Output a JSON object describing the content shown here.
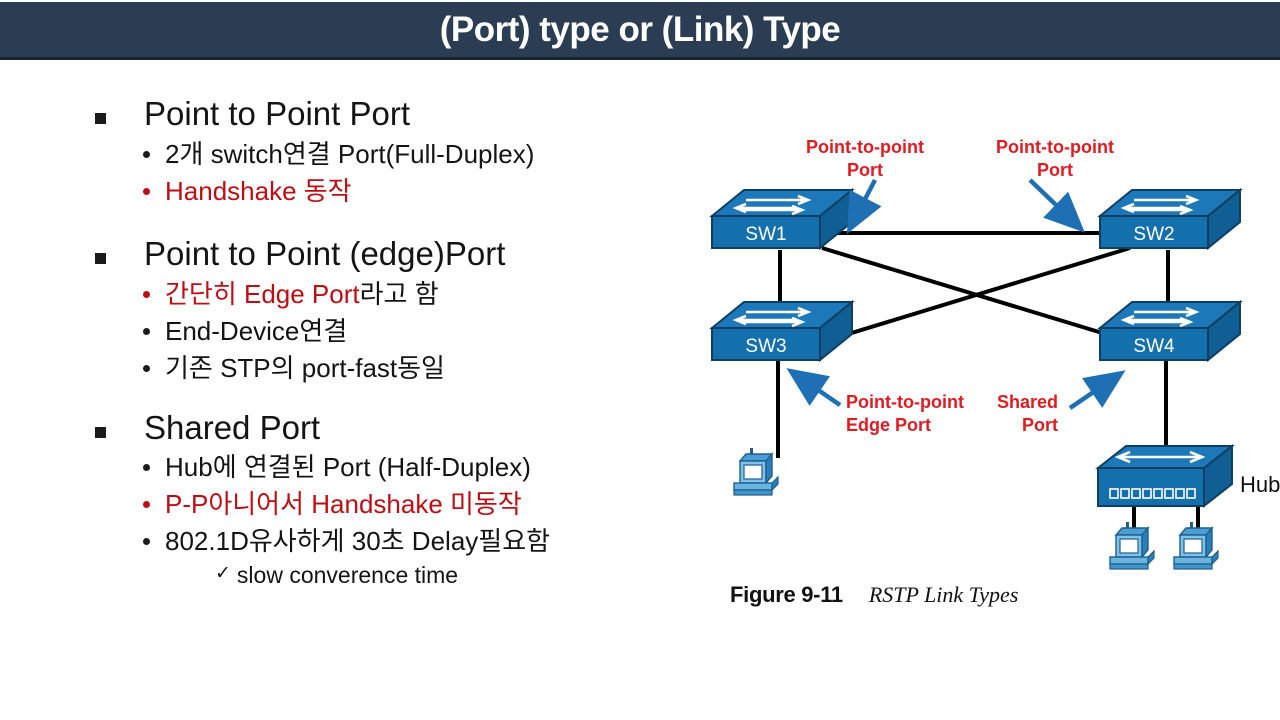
{
  "slide": {
    "title": "(Port) type or (Link) Type",
    "title_bg": "#2a3d52",
    "title_color": "#ffffff",
    "accent_red": "#c00d13",
    "annotation_red": "#e01b22",
    "device_blue": "#1470ad",
    "arrow_blue": "#1f6fb5"
  },
  "bullets": [
    {
      "heading": "Point to Point Port",
      "subs": [
        {
          "text": "2개 switch연결 Port(Full-Duplex)",
          "color": "black"
        },
        {
          "text": "Handshake 동작",
          "color": "red"
        }
      ]
    },
    {
      "heading": "Point to Point (edge)Port",
      "subs": [
        {
          "text": "간단히 Edge Port",
          "tail": "라고 함",
          "color": "red-then-black"
        },
        {
          "text": "End-Device연결",
          "color": "black"
        },
        {
          "text": "기존 STP의 port-fast동일",
          "color": "black"
        }
      ]
    },
    {
      "heading": "Shared Port",
      "subs": [
        {
          "text": "Hub에 연결된 Port (Half-Duplex)",
          "color": "black"
        },
        {
          "text": "P-P아니어서 Handshake 미동작",
          "color": "red"
        },
        {
          "text": "802.1D유사하게 30초 Delay필요함",
          "color": "black"
        }
      ],
      "sub_sub": {
        "marker": "✓",
        "text": "slow converence time"
      }
    }
  ],
  "figure": {
    "caption_number": "Figure 9-11",
    "caption_title": "RSTP Link Types",
    "devices": [
      {
        "id": "sw1",
        "label": "SW1",
        "type": "switch"
      },
      {
        "id": "sw2",
        "label": "SW2",
        "type": "switch"
      },
      {
        "id": "sw3",
        "label": "SW3",
        "type": "switch"
      },
      {
        "id": "sw4",
        "label": "SW4",
        "type": "switch"
      },
      {
        "id": "hub",
        "label": "Hub",
        "type": "hub"
      },
      {
        "id": "pc1",
        "label": "",
        "type": "pc"
      },
      {
        "id": "pc2",
        "label": "",
        "type": "pc"
      },
      {
        "id": "pc3",
        "label": "",
        "type": "pc"
      }
    ],
    "annotations": [
      {
        "id": "ann-p2p-1",
        "line1": "Point-to-point",
        "line2": "Port"
      },
      {
        "id": "ann-p2p-2",
        "line1": "Point-to-point",
        "line2": "Port"
      },
      {
        "id": "ann-edge",
        "line1": "Point-to-point",
        "line2": "Edge Port"
      },
      {
        "id": "ann-shared",
        "line1": "Shared",
        "line2": "Port"
      }
    ]
  }
}
